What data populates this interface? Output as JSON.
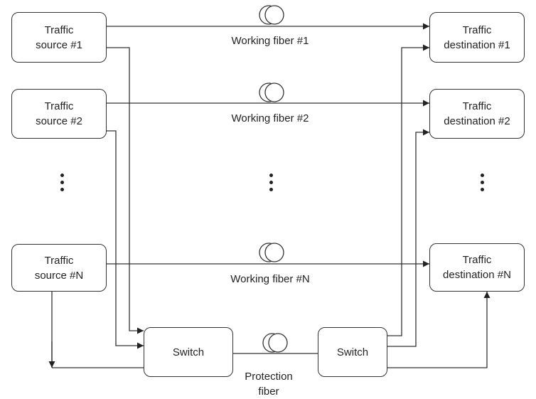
{
  "sources": [
    {
      "line1": "Traffic",
      "line2": "source #1"
    },
    {
      "line1": "Traffic",
      "line2": "source #2"
    },
    {
      "line1": "Traffic",
      "line2": "source #N"
    }
  ],
  "destinations": [
    {
      "line1": "Traffic",
      "line2": "destination #1"
    },
    {
      "line1": "Traffic",
      "line2": "destination #2"
    },
    {
      "line1": "Traffic",
      "line2": "destination #N"
    }
  ],
  "fibers": {
    "working_1": "Working fiber #1",
    "working_2": "Working fiber #2",
    "working_n": "Working fiber #N",
    "protection_line1": "Protection",
    "protection_line2": "fiber"
  },
  "switches": {
    "left": "Switch",
    "right": "Switch"
  }
}
